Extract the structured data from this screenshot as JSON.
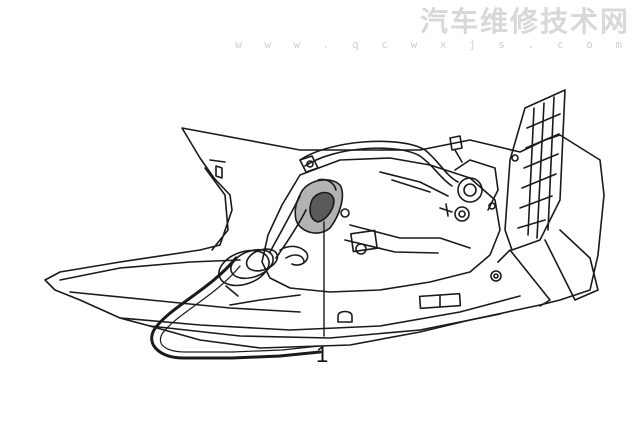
{
  "watermark": {
    "title": "汽车维修技术网",
    "url": "w w w . q c w x j s . c o m"
  },
  "diagram": {
    "callouts": [
      {
        "label": "1"
      }
    ]
  },
  "colors": {
    "line": "#1a1a1a",
    "shade": "#9a9a9a",
    "dark_shade": "#555555",
    "watermark": "#d8d8d8"
  }
}
